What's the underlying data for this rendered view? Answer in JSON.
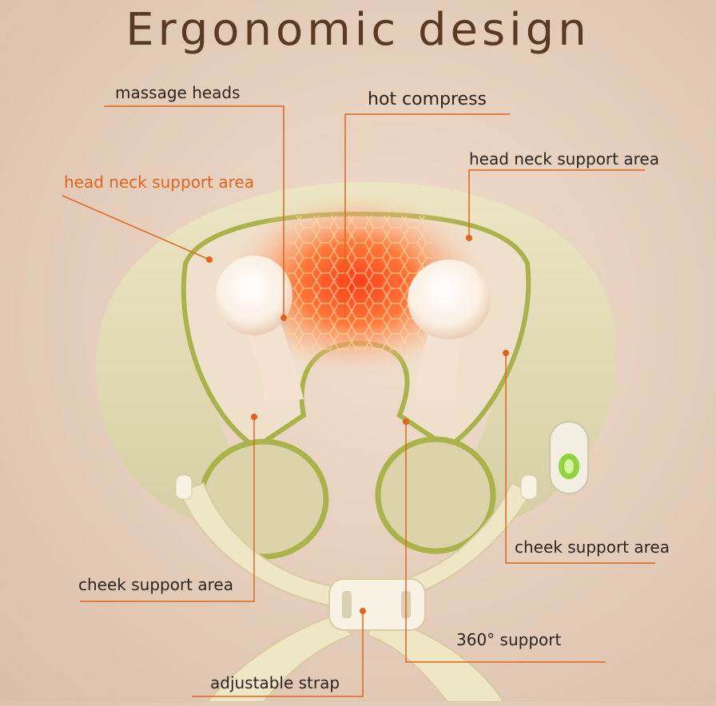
{
  "title": "Ergonomic design",
  "labels": {
    "massage_heads": "massage heads",
    "hot_compress": "hot compress",
    "head_neck_support_right": "head neck support area",
    "head_neck_support_left": "head neck support area",
    "cheek_support_right": "cheek support area",
    "cheek_support_left": "cheek support area",
    "support_360": "360° support",
    "adjustable_strap": "adjustable strap"
  },
  "colors": {
    "accent": "#e2641c",
    "pillow": "#e3dcb6",
    "trim": "#a9b34a",
    "indicator": "#8fd43a"
  },
  "icons": [
    "power-button-icon"
  ]
}
